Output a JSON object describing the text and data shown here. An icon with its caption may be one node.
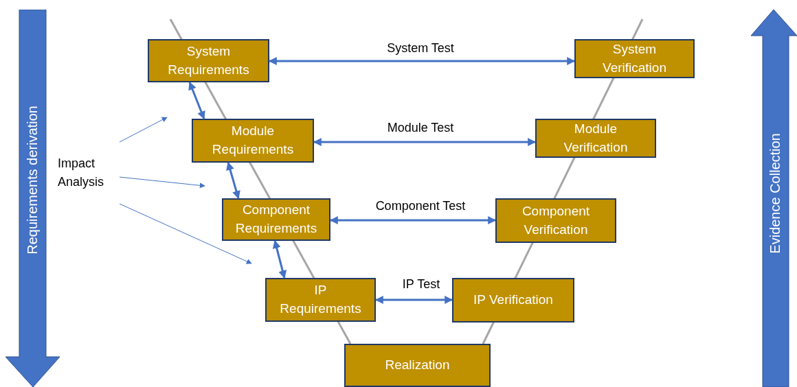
{
  "diagram": {
    "nodes": [
      {
        "text": [
          "System Requirements"
        ]
      },
      {
        "text": [
          "System Verification"
        ]
      },
      {
        "text": [
          "Module Requirements"
        ]
      },
      {
        "text": [
          "Module Verification"
        ]
      },
      {
        "text": [
          "Component Requirements"
        ]
      },
      {
        "text": [
          "Component Verification"
        ]
      },
      {
        "text": [
          "IP Requirements"
        ]
      },
      {
        "text": [
          "IP Verification"
        ]
      },
      {
        "text": [
          "Realization"
        ]
      },
      {
        "text": [
          "Impact Analysis"
        ]
      },
      {
        "text": [
          "Requirements derivation"
        ]
      },
      {
        "text": [
          "Evidence Collection"
        ]
      }
    ],
    "edges": [
      {
        "from": 0,
        "to": 1,
        "arrow": "both",
        "label": "System Test"
      },
      {
        "from": 0,
        "to": 2,
        "arrow": "both"
      },
      {
        "from": 2,
        "to": 3,
        "arrow": "both",
        "label": "Module Test"
      },
      {
        "from": 2,
        "to": 4,
        "arrow": "both"
      },
      {
        "from": 4,
        "to": 5,
        "arrow": "both",
        "label": "Component Test"
      },
      {
        "from": 4,
        "to": 6,
        "arrow": "both"
      },
      {
        "from": 6,
        "to": 7,
        "arrow": "both",
        "label": "IP Test"
      },
      {
        "from": 9,
        "to": null,
        "arrow": "to"
      },
      {
        "from": 9,
        "to": null,
        "arrow": "to"
      },
      {
        "from": 9,
        "to": null,
        "arrow": "to"
      }
    ]
  }
}
